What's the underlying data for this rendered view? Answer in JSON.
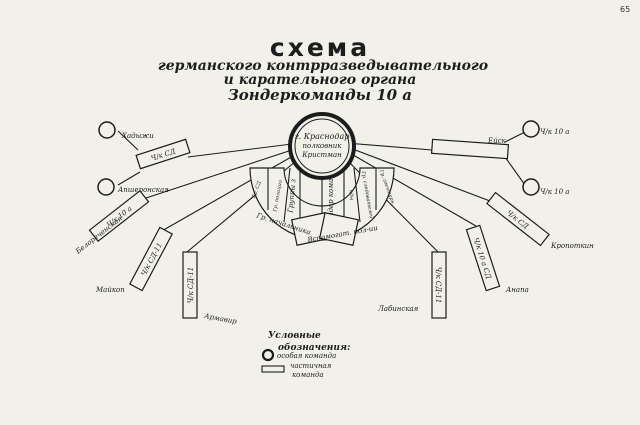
{
  "page_number": "65",
  "title": {
    "line1": "схема",
    "line2": "германского контрразведывательного",
    "line3": "и карательного органа",
    "line4": "Зондеркоманды 10 а"
  },
  "center": {
    "line1": "г. Краснодар",
    "line2": "полковник",
    "line3": "Кристман"
  },
  "fan": {
    "left_group": "Группы з",
    "right_group": "ондер кома",
    "right_suffix": "нды",
    "small_1": "Гр. СД",
    "small_2": "Гр. полиции",
    "small_3": "Гр. фельд жандармерии",
    "small_4": "Гр. следователей",
    "small_5": "Гр. переводчиков",
    "small_6": "Гр. агентурн.",
    "bottom_left": "Гр. начальника",
    "bottom_right": "Вспомогат. пол-ии"
  },
  "left": {
    "c1_label": "Хадыжи",
    "box1": "Ч/к СД",
    "c2_label": "Апшеронская",
    "box2": "Ч/к 10 а",
    "box2_place": "Белореченская",
    "box3": "Ч/к СД-11",
    "box3_place": "Майкоп",
    "box4": "Ч/к СД-11",
    "box4_place": "Армавир"
  },
  "right": {
    "c1_label": "Ч/к 10 а",
    "box1": "Ейск",
    "c2_label": "Ч/к 10 а",
    "box2": "Ч/к СД",
    "box2_place": "Кропоткин",
    "box3": "Ч/к 10 а СД",
    "box3_place": "Анапа",
    "box4": "Ч/к СД-11",
    "box4_place": "Лабинская"
  },
  "legend": {
    "heading1": "Условные",
    "heading2": "обозначения:",
    "item1": "особая команда",
    "item2a": "частичная",
    "item2b": "команда"
  }
}
